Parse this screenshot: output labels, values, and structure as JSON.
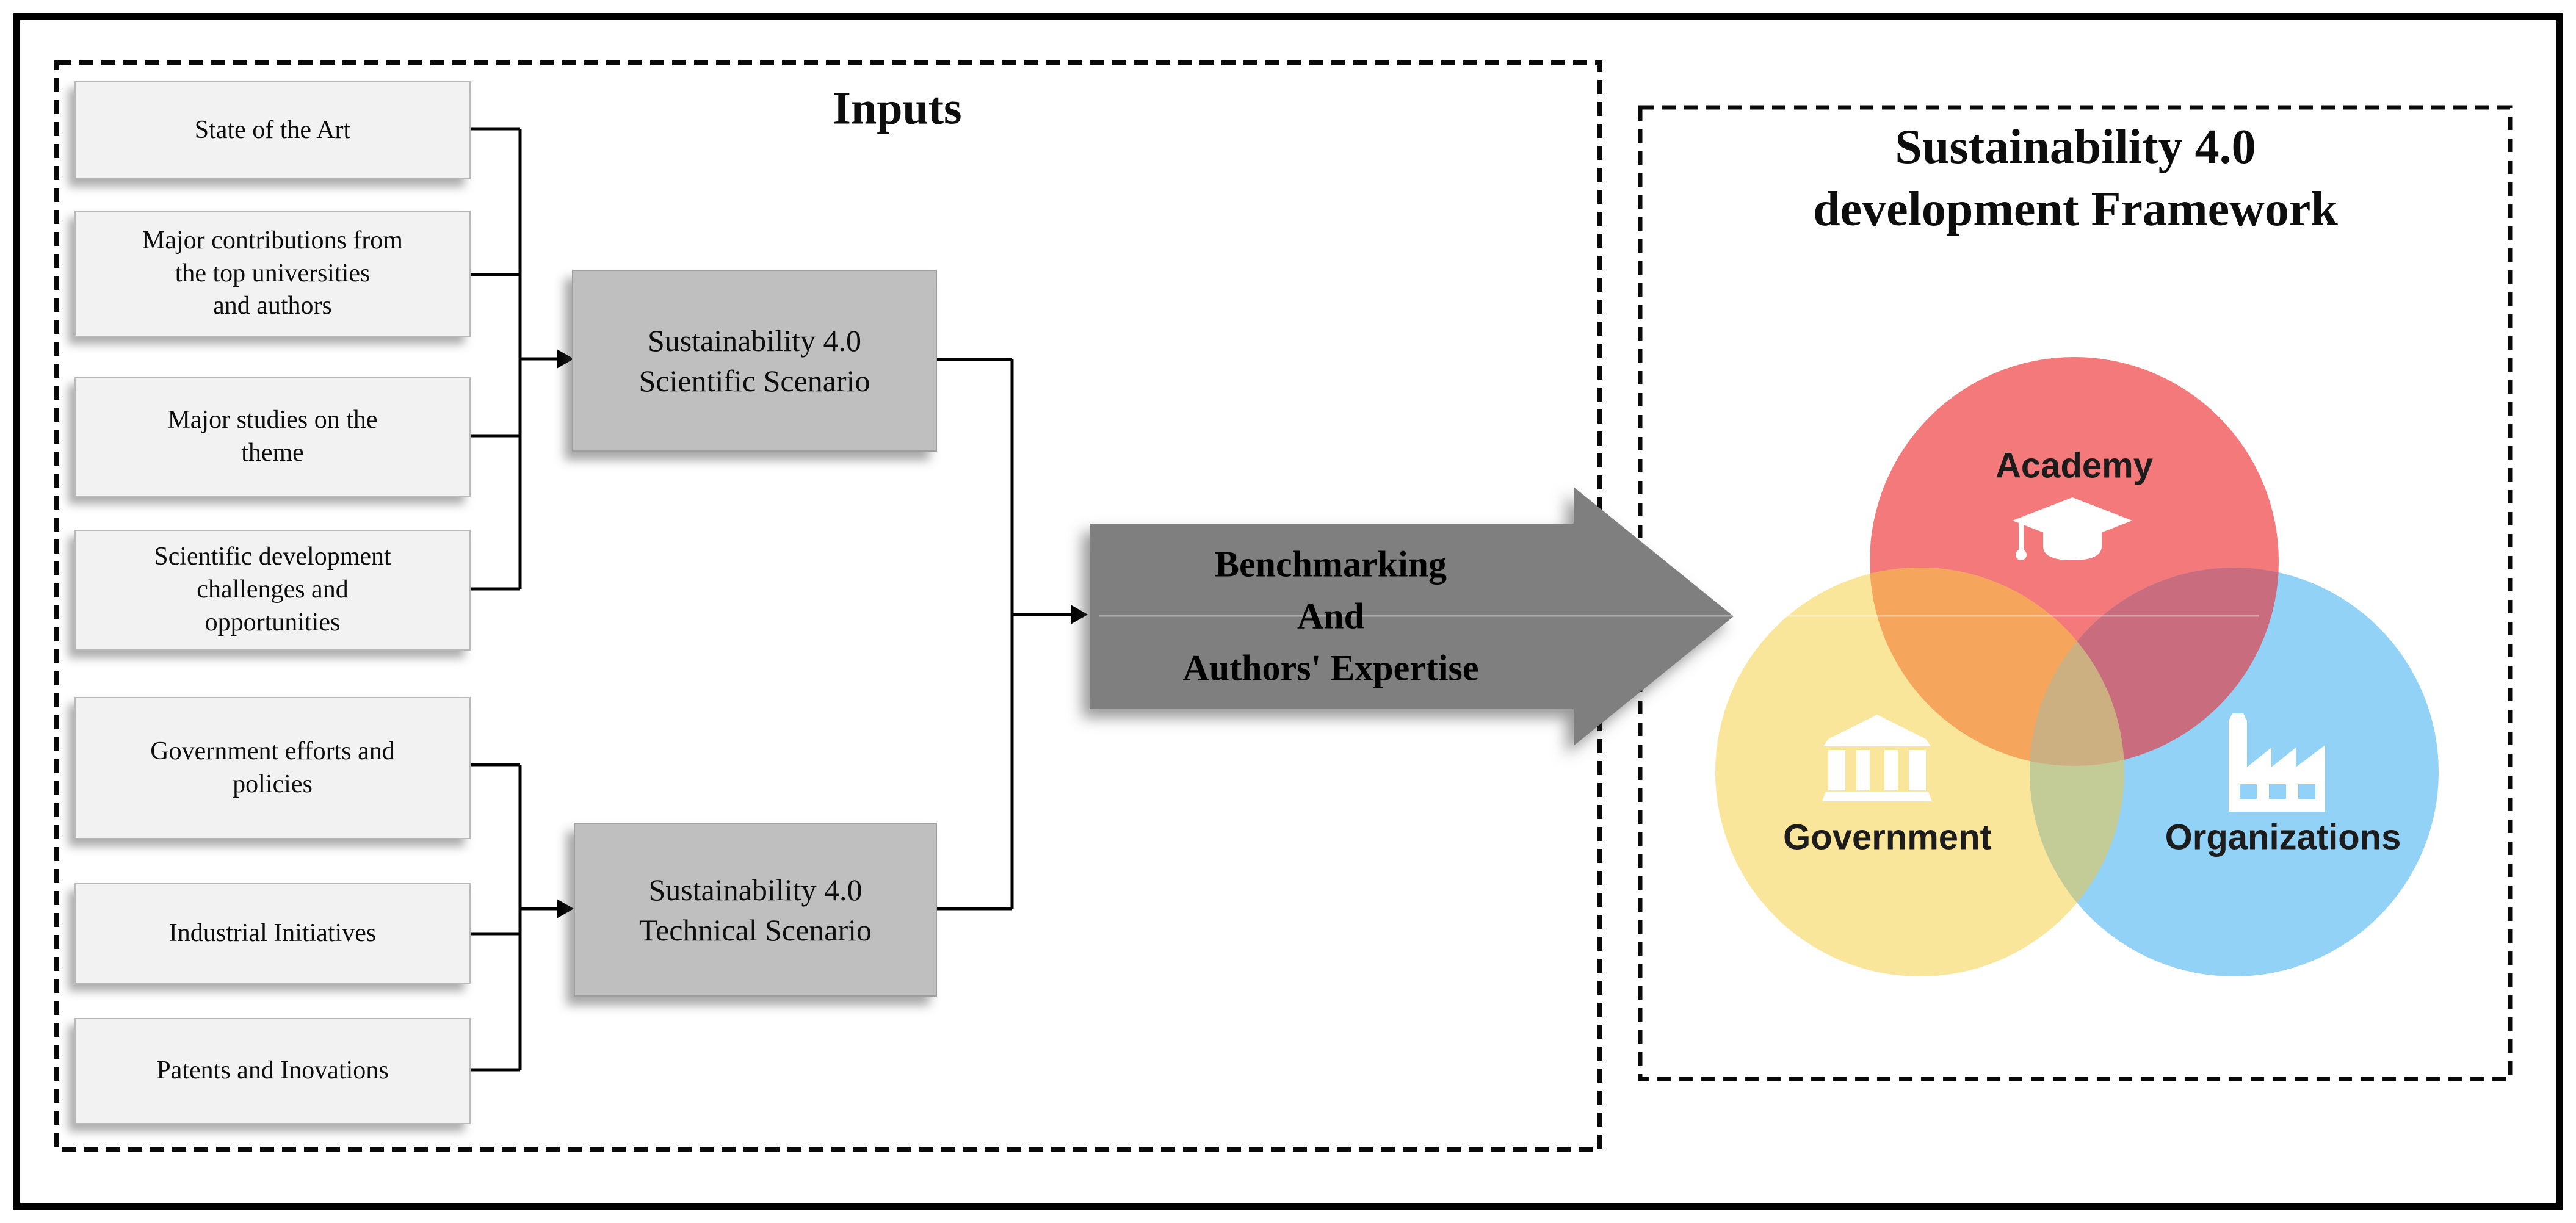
{
  "inputs_panel": {
    "title": "Inputs",
    "source_boxes": [
      {
        "label": "State of the Art"
      },
      {
        "label": "Major contributions from\nthe top universities\nand authors"
      },
      {
        "label": "Major studies on the\ntheme"
      },
      {
        "label": "Scientific development\nchallenges and\nopportunities"
      },
      {
        "label": "Government efforts and\npolicies"
      },
      {
        "label": "Industrial Initiatives"
      },
      {
        "label": "Patents and Inovations"
      }
    ],
    "scenario_boxes": [
      {
        "label": "Sustainability 4.0\nScientific Scenario"
      },
      {
        "label": "Sustainability 4.0\nTechnical Scenario"
      }
    ]
  },
  "process_arrow": {
    "label": "Benchmarking\nAnd\nAuthors' Expertise",
    "fill_color": "#7f7f7f"
  },
  "framework_panel": {
    "title": "Sustainability 4.0\ndevelopment Framework",
    "venn_circles": [
      {
        "label": "Academy",
        "icon": "graduation-cap-icon",
        "color": "#f3797b"
      },
      {
        "label": "Government",
        "icon": "bank-icon",
        "color": "#fae69b"
      },
      {
        "label": "Organizations",
        "icon": "factory-icon",
        "color": "#92d2f6"
      }
    ],
    "overlap_colors": {
      "academy_government": "#f6a65c",
      "academy_organizations": "#c96d7e",
      "government_organizations": "#c3cc96",
      "center": "#cdb082"
    }
  }
}
